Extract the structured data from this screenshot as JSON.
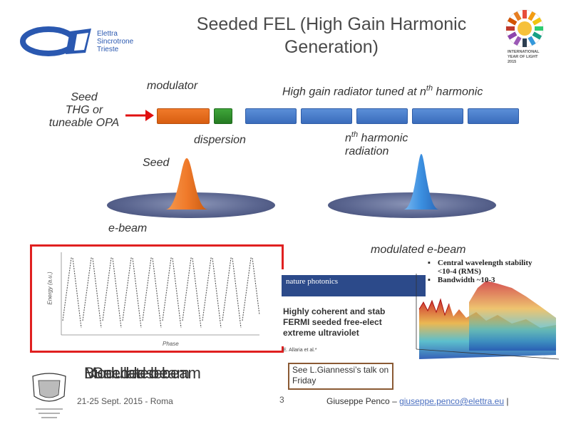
{
  "slide": {
    "title": "Seeded FEL (High Gain Harmonic Generation)",
    "elettra_logo": {
      "lines": [
        "Elettra",
        "Sincrotrone",
        "Trieste"
      ]
    },
    "iyl_logo": {
      "lines": [
        "INTERNATIONAL",
        "YEAR OF LIGHT",
        "2015"
      ]
    },
    "seed_source": {
      "line1": "Seed",
      "line2": "THG or",
      "line3": "tuneable OPA"
    },
    "modulator_label": "modulator",
    "radiator_label": "High gain radiator tuned at n",
    "radiator_sup": "th",
    "radiator_tail": " harmonic",
    "dispersion_label": "dispersion",
    "harmonic_label_n": "n",
    "harmonic_label_sup": "th",
    "harmonic_label_rest": " harmonic",
    "harmonic_label_line2": "radiation",
    "seed_pulse_label": "Seed",
    "ebeam_label": "e-beam",
    "modulated_label": "modulated e-beam",
    "plot": {
      "ylabel": "Energy (a.u.)",
      "xlabel": "Phase"
    },
    "paper": {
      "journal": "nature photonics",
      "title_lines": [
        "Highly coherent and stab",
        "FERMI seeded free-elect",
        "extreme ultraviolet"
      ],
      "authors": "E. Allaria et al.*"
    },
    "bullets": [
      "Central wavelength stability <10-4 (RMS)",
      "Bandwidth ~10-3"
    ],
    "overlap_texts": [
      "Bunched beam",
      "Modulated beam",
      "Seed laser"
    ],
    "talk_note": "See L.Giannessi’s talk on Friday",
    "footer": {
      "date": "21-25 Sept. 2015 - Roma",
      "page": "3",
      "author_prefix": "Giuseppe Penco – ",
      "author_email": "giuseppe.penco@elettra.eu",
      "author_suffix": " |"
    },
    "colors": {
      "seed_arrow": "#e01010",
      "orange_pulse": "#f07a2a",
      "blue_pulse": "#3b8fe0",
      "box_red": "#e02020"
    }
  }
}
